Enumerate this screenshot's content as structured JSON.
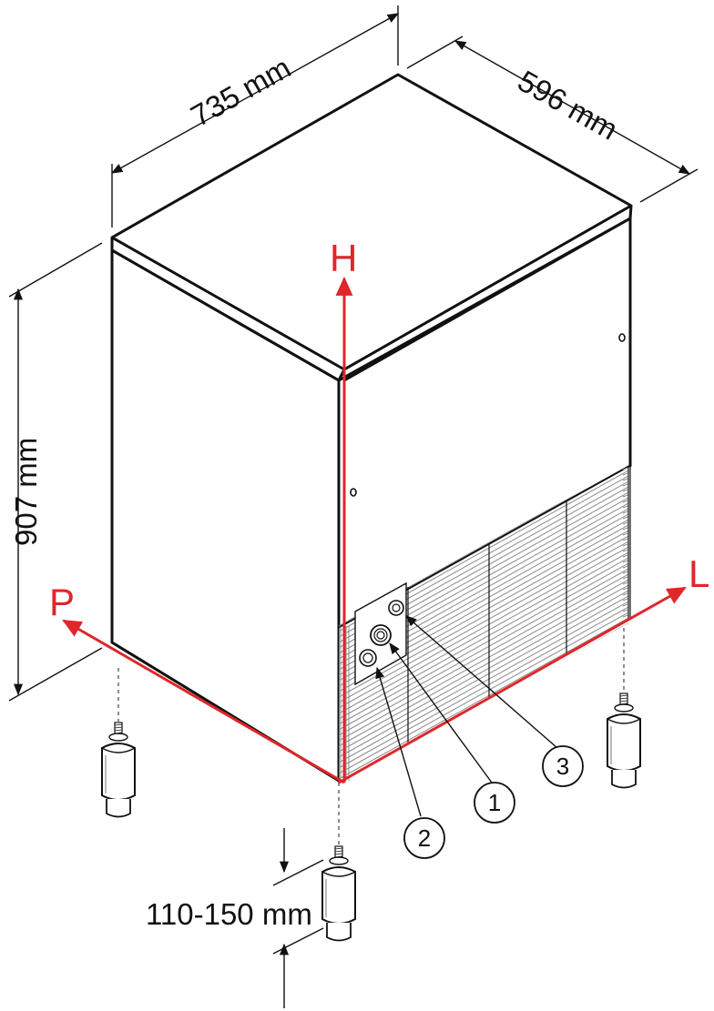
{
  "dimensions": {
    "width": "735 mm",
    "depth": "596 mm",
    "height": "907 mm",
    "feet": "110-150 mm"
  },
  "axes": {
    "h": "H",
    "l": "L",
    "p": "P",
    "color": "#e0262b"
  },
  "connections": {
    "c1": "1",
    "c2": "2",
    "c3": "3"
  },
  "colors": {
    "line": "#111111",
    "grille": "#8a8a8a",
    "background": "#ffffff"
  }
}
